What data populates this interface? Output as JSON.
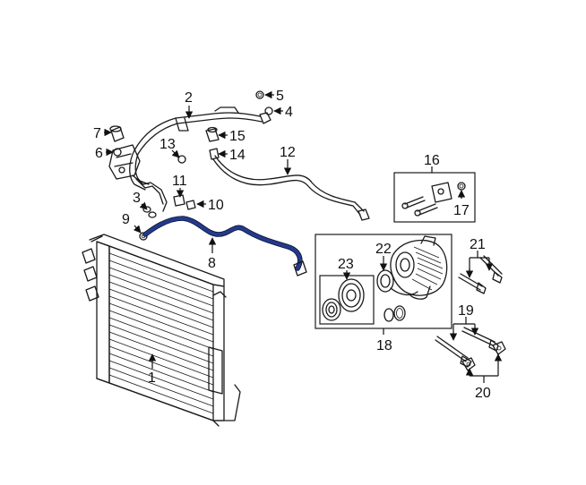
{
  "callouts": {
    "c1": "1",
    "c2": "2",
    "c3": "3",
    "c4": "4",
    "c5": "5",
    "c6": "6",
    "c7": "7",
    "c8": "8",
    "c9": "9",
    "c10": "10",
    "c11": "11",
    "c12": "12",
    "c13": "13",
    "c14": "14",
    "c15": "15",
    "c16": "16",
    "c17": "17",
    "c18": "18",
    "c19": "19",
    "c20": "20",
    "c21": "21",
    "c22": "22",
    "c23": "23"
  },
  "colors": {
    "highlight": "#233a8c",
    "line": "#1a1a1a",
    "background": "#ffffff"
  }
}
